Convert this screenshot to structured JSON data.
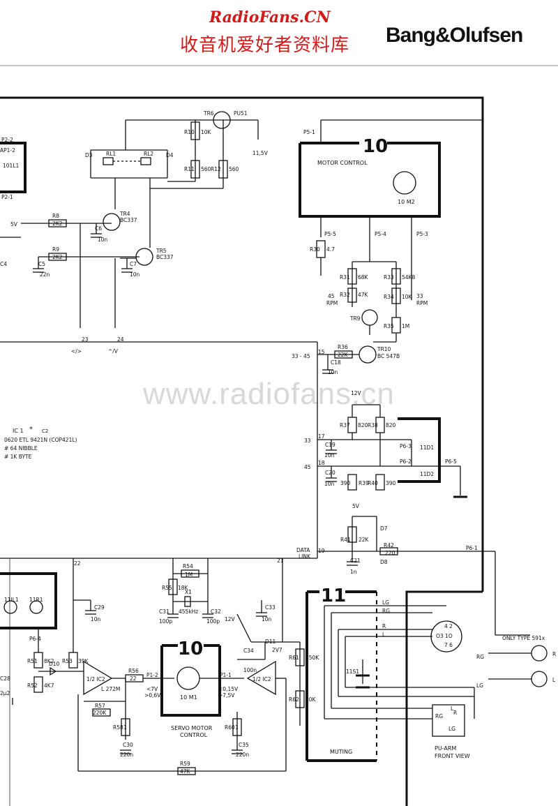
{
  "header": {
    "site": "RadioFans.CN",
    "site_cn": "收音机爱好者资料库",
    "brand": "Bang&Olufsen"
  },
  "watermark": "www.radiofans.cn",
  "blocks": {
    "motor_control": {
      "num": "10",
      "title": "MOTOR CONTROL",
      "motor": "10 M2"
    },
    "servo": {
      "num": "10",
      "title": "SERVO MOTOR",
      "title2": "CONTROL",
      "motor": "10 M1"
    },
    "muting": {
      "num": "11",
      "label": "MUTING"
    },
    "puarm": {
      "title": "PU-ARM",
      "title2": "FRONT VIEW"
    }
  },
  "ic1": {
    "name": "IC 1",
    "star": "*",
    "pin": "C2",
    "line1": "0620  ETL 9421N (COP421L)",
    "line2": "# 64 NIBBLE",
    "line3": "# 1K BYTE"
  },
  "labels": {
    "only_type": "ONLY TYPE 591x",
    "rpm45": "45",
    "rpm33": "33",
    "rpm": "RPM",
    "v115": "11,5V",
    "v5a": "5V",
    "v5b": "5V",
    "v12a": "12V",
    "v12b": "12V",
    "data_link": "DATA",
    "data_link2": "LINK",
    "lt_gt": "</>",
    "caret": "^/V",
    "pin23": "23",
    "pin24": "24",
    "pin22": "22",
    "pin21": "21",
    "pin19": "19",
    "pin17": "17",
    "pin18": "18",
    "pin15": "15",
    "n3345": "33 - 45",
    "n33": "33",
    "n45": "45",
    "lt7v": "<7V",
    "gt06v": ">0,6V",
    "lt015v": "<0,15V",
    "gt75v": ">7,5V",
    "khz": "455kHz",
    "v2v7": "2V7"
  },
  "parts": {
    "tr6": "TR6",
    "pu51": "PU51",
    "tr4": "TR4",
    "bc337a": "BC337",
    "tr5": "TR5",
    "bc337b": "BC337",
    "tr9": "TR9",
    "tr10": "TR10",
    "bc547b": "BC 547B",
    "rl1": "RL1",
    "rl2": "RL2",
    "d3": "D3",
    "d4": "D4",
    "r10": "R10",
    "r10v": "10K",
    "r11": "R11",
    "r11v": "560",
    "r12": "R12",
    "r12v": "560",
    "r8": "R8",
    "r8v": "2K2",
    "r9": "R9",
    "r9v": "2K2",
    "c6": "C6",
    "c6v": "10n",
    "c5": "C5",
    "c5v": "22n",
    "c7": "C7",
    "c7v": "10n",
    "c4": "C4",
    "r30": "R30",
    "r30v": "4.7",
    "r31": "R31",
    "r31v": "68K",
    "r32": "R32",
    "r32v": "47K",
    "r33": "R33",
    "r33v": "54K8",
    "r34": "R34",
    "r34v": "10K",
    "r35": "R35",
    "r35v": "1M",
    "r36": "R36",
    "r36v": "22K",
    "c18": "C18",
    "c18v": "10n",
    "r37": "R37",
    "r37v": "820",
    "r38": "R38",
    "r38v": "820",
    "c19": "C19",
    "c19v": "10n",
    "c20": "C20",
    "c20v": "10n",
    "r39": "R39",
    "r39v": "390",
    "r40": "R40",
    "r40v": "390",
    "d11d1": "11D1",
    "d11d2": "11D2",
    "p63": "P6-3",
    "p62": "P6-2",
    "p65": "P6-5",
    "p61": "P6-1",
    "p55": "P5-5",
    "p54": "P5-4",
    "p53": "P5-3",
    "p51": "P5-1",
    "p22": "P2-2",
    "p21": "P2-1",
    "ap12": "AP1-2",
    "l101": "101L1",
    "r41": "R41",
    "r41v": "22K",
    "r42": "R42",
    "r42v": "220",
    "d7": "D7",
    "d8": "D8",
    "c21": "C21",
    "c21v": "1n",
    "r54": "R54",
    "r54v": "1M",
    "r55": "R55",
    "r55v": "18K",
    "x1": "X1",
    "c31": "C31",
    "c31v": "100p",
    "c32": "C32",
    "c32v": "100p",
    "c29": "C29",
    "c29v": "10n",
    "c33": "C33",
    "c33v": "10n",
    "r51": "R51",
    "r51v": "8K2",
    "r52": "R52",
    "r52v": "4K7",
    "r53": "R53",
    "r53v": "39K",
    "d10": "D10",
    "c28": "C28",
    "c28v": "2µ2",
    "ic2a": "1/2 IC2",
    "l272m": "L 272M",
    "ic2b": "1/2 IC2",
    "r56": "R56",
    "r56v": "22",
    "p12": "P1-2",
    "p11": "P1-1",
    "r57": "R57",
    "r57v": "220K",
    "r58": "R58",
    "r58v": "1",
    "c30": "C30",
    "c30v": "220n",
    "c34": "C34",
    "c34v": "100n",
    "d11": "D11",
    "r60": "R60",
    "r60v": "1",
    "c35": "C35",
    "c35v": "220n",
    "r61": "R61",
    "r61v": "150K",
    "r62": "R62",
    "r62v": "10K",
    "r59": "R59",
    "r59v": "47K",
    "il1": "11IL1",
    "r1": "11R1",
    "p64": "P6-4",
    "s1": "11S1",
    "lg": "LG",
    "rg": "RG",
    "r": "R",
    "l": "L",
    "r_jack": "R",
    "l_jack": "L",
    "rg_jack": "RG",
    "lg_jack": "LG",
    "din_r": "R",
    "din_l": "L",
    "din_lg": "LG",
    "din_rg": "RG",
    "d42": "4 2",
    "d31": "O3  1O",
    "d76": "7 6"
  }
}
